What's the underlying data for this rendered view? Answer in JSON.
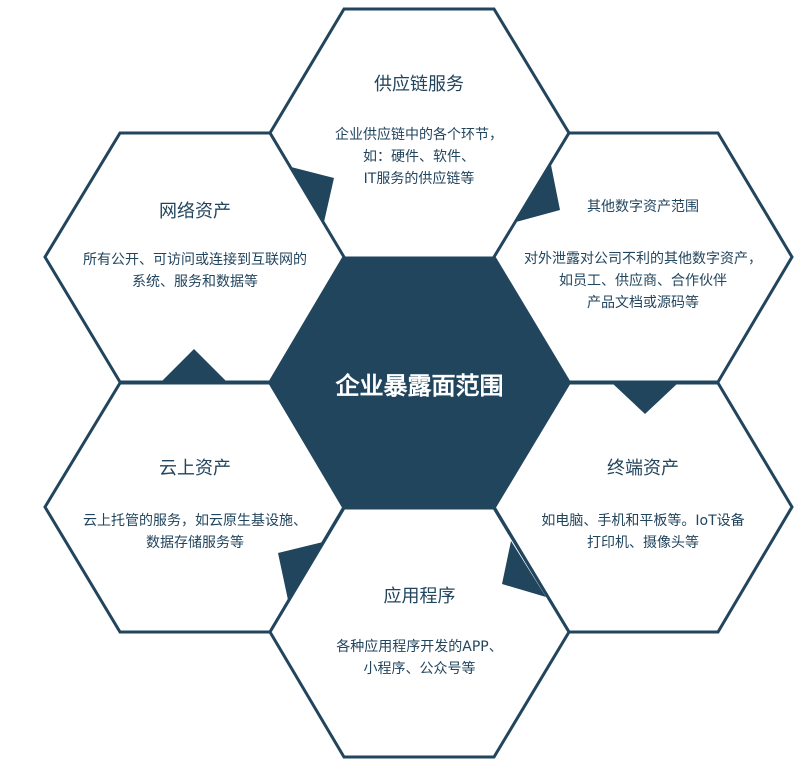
{
  "colors": {
    "primary": "#22455e",
    "background": "#ffffff",
    "center_text": "#ffffff"
  },
  "center": {
    "title": "企业暴露面范围"
  },
  "hexagons": [
    {
      "id": "supply-chain",
      "title": "供应链服务",
      "lines": [
        "企业供应链中的各个环节，",
        "如：硬件、软件、",
        "IT服务的供应链等"
      ]
    },
    {
      "id": "network-assets",
      "title": "网络资产",
      "lines": [
        "所有公开、可访问或连接到互联网的",
        "系统、服务和数据等"
      ]
    },
    {
      "id": "other-digital-assets",
      "title": "其他数字资产范围",
      "lines": [
        "对外泄露对公司不利的其他数字资产，",
        "如员工、供应商、合作伙伴",
        "产品文档或源码等"
      ]
    },
    {
      "id": "cloud-assets",
      "title": "云上资产",
      "lines": [
        "云上托管的服务，如云原生基设施、",
        "数据存储服务等"
      ]
    },
    {
      "id": "endpoint-assets",
      "title": "终端资产",
      "lines": [
        "如电脑、手机和平板等。IoT设备",
        "打印机、摄像头等"
      ]
    },
    {
      "id": "applications",
      "title": "应用程序",
      "lines": [
        "各种应用程序开发的APP、",
        "小程序、公众号等"
      ]
    }
  ]
}
